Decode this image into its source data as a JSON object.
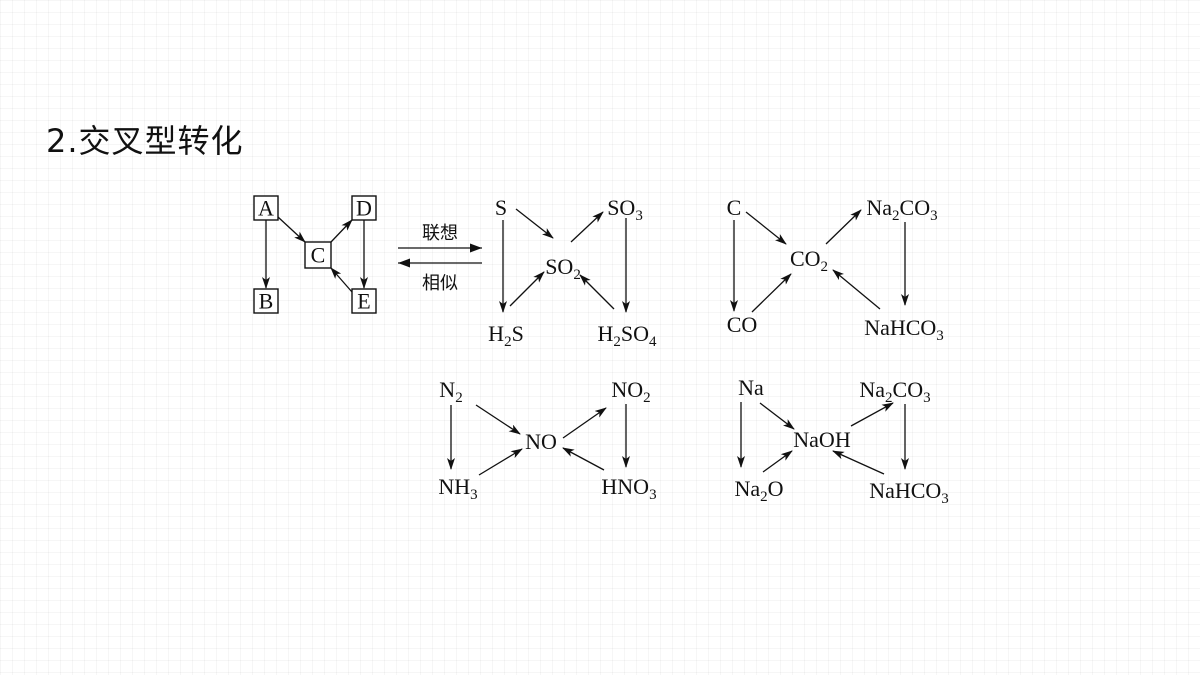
{
  "title": "2.交叉型转化",
  "general": {
    "nodes": [
      {
        "id": "A",
        "label": "A"
      },
      {
        "id": "B",
        "label": "B"
      },
      {
        "id": "C",
        "label": "C"
      },
      {
        "id": "D",
        "label": "D"
      },
      {
        "id": "E",
        "label": "E"
      }
    ],
    "edges": [
      [
        "A",
        "B"
      ],
      [
        "A",
        "C"
      ],
      [
        "C",
        "D"
      ],
      [
        "D",
        "E"
      ],
      [
        "E",
        "C"
      ]
    ]
  },
  "relation": {
    "forward_label": "联想",
    "backward_label": "相似"
  },
  "networks": [
    {
      "name": "sulfur",
      "nodes": [
        {
          "id": "S",
          "parts": [
            [
              "S",
              ""
            ]
          ]
        },
        {
          "id": "SO3",
          "parts": [
            [
              "SO",
              ""
            ],
            [
              "3",
              "sub"
            ]
          ]
        },
        {
          "id": "SO2",
          "parts": [
            [
              "SO",
              ""
            ],
            [
              "2",
              "sub"
            ]
          ]
        },
        {
          "id": "H2S",
          "parts": [
            [
              "H",
              ""
            ],
            [
              "2",
              "sub"
            ],
            [
              "S",
              ""
            ]
          ]
        },
        {
          "id": "H2SO4",
          "parts": [
            [
              "H",
              ""
            ],
            [
              "2",
              "sub"
            ],
            [
              "SO",
              ""
            ],
            [
              "4",
              "sub"
            ]
          ]
        }
      ],
      "edges": [
        [
          "S",
          "H2S"
        ],
        [
          "S",
          "SO2"
        ],
        [
          "H2S",
          "SO2"
        ],
        [
          "SO2",
          "SO3"
        ],
        [
          "SO3",
          "H2SO4"
        ],
        [
          "H2SO4",
          "SO2"
        ]
      ]
    },
    {
      "name": "carbon",
      "nodes": [
        {
          "id": "C",
          "parts": [
            [
              "C",
              ""
            ]
          ]
        },
        {
          "id": "Na2CO3",
          "parts": [
            [
              "Na",
              ""
            ],
            [
              "2",
              "sub"
            ],
            [
              "CO",
              ""
            ],
            [
              "3",
              "sub"
            ]
          ]
        },
        {
          "id": "CO2",
          "parts": [
            [
              "CO",
              ""
            ],
            [
              "2",
              "sub"
            ]
          ]
        },
        {
          "id": "CO",
          "parts": [
            [
              "CO",
              ""
            ]
          ]
        },
        {
          "id": "NaHCO3",
          "parts": [
            [
              "NaHCO",
              ""
            ],
            [
              "3",
              "sub"
            ]
          ]
        }
      ],
      "edges": [
        [
          "C",
          "CO"
        ],
        [
          "C",
          "CO2"
        ],
        [
          "CO",
          "CO2"
        ],
        [
          "CO2",
          "Na2CO3"
        ],
        [
          "Na2CO3",
          "NaHCO3"
        ],
        [
          "NaHCO3",
          "CO2"
        ]
      ]
    },
    {
      "name": "nitrogen",
      "nodes": [
        {
          "id": "N2",
          "parts": [
            [
              "N",
              ""
            ],
            [
              "2",
              "sub"
            ]
          ]
        },
        {
          "id": "NO2",
          "parts": [
            [
              "NO",
              ""
            ],
            [
              "2",
              "sub"
            ]
          ]
        },
        {
          "id": "NO",
          "parts": [
            [
              "NO",
              ""
            ]
          ]
        },
        {
          "id": "NH3",
          "parts": [
            [
              "NH",
              ""
            ],
            [
              "3",
              "sub"
            ]
          ]
        },
        {
          "id": "HNO3",
          "parts": [
            [
              "HNO",
              ""
            ],
            [
              "3",
              "sub"
            ]
          ]
        }
      ],
      "edges": [
        [
          "N2",
          "NH3"
        ],
        [
          "N2",
          "NO"
        ],
        [
          "NH3",
          "NO"
        ],
        [
          "NO",
          "NO2"
        ],
        [
          "NO2",
          "HNO3"
        ],
        [
          "HNO3",
          "NO"
        ]
      ]
    },
    {
      "name": "sodium",
      "nodes": [
        {
          "id": "Na",
          "parts": [
            [
              "Na",
              ""
            ]
          ]
        },
        {
          "id": "Na2CO3",
          "parts": [
            [
              "Na",
              ""
            ],
            [
              "2",
              "sub"
            ],
            [
              "CO",
              ""
            ],
            [
              "3",
              "sub"
            ]
          ]
        },
        {
          "id": "NaOH",
          "parts": [
            [
              "NaOH",
              ""
            ]
          ]
        },
        {
          "id": "Na2O",
          "parts": [
            [
              "Na",
              ""
            ],
            [
              "2",
              "sub"
            ],
            [
              "O",
              ""
            ]
          ]
        },
        {
          "id": "NaHCO3",
          "parts": [
            [
              "NaHCO",
              ""
            ],
            [
              "3",
              "sub"
            ]
          ]
        }
      ],
      "edges": [
        [
          "Na",
          "Na2O"
        ],
        [
          "Na",
          "NaOH"
        ],
        [
          "Na2O",
          "NaOH"
        ],
        [
          "NaOH",
          "Na2CO3"
        ],
        [
          "Na2CO3",
          "NaHCO3"
        ],
        [
          "NaHCO3",
          "NaOH"
        ]
      ]
    }
  ]
}
